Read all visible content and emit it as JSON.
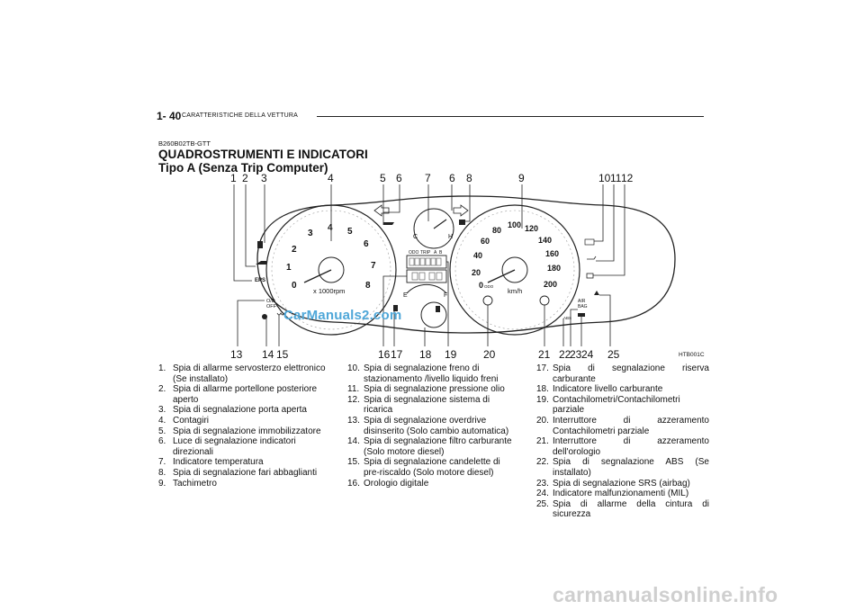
{
  "header": {
    "page_number": "1- 40",
    "section": "CARATTERISTICHE DELLA VETTURA"
  },
  "code": "B260B02TB-GTT",
  "title_line1": "QUADROSTRUMENTI E INDICATORI",
  "title_line2": "Tipo A (Senza Trip Computer)",
  "figure": {
    "code": "HTB001C",
    "callouts_top": [
      "1",
      "2",
      "3",
      "4",
      "5",
      "6",
      "7",
      "6",
      "8",
      "9",
      "10",
      "11",
      "12"
    ],
    "callouts_bottom": [
      "13",
      "14",
      "15",
      "16",
      "17",
      "18",
      "19",
      "20",
      "21",
      "22",
      "23",
      "24",
      "25"
    ],
    "tach": {
      "numbers": [
        "0",
        "1",
        "2",
        "3",
        "4",
        "5",
        "6",
        "7",
        "8"
      ],
      "unit": "x 1000rpm",
      "left_labels": [
        "EPS",
        "O/D",
        "OFF"
      ]
    },
    "temp": {
      "cold": "C",
      "hot": "H"
    },
    "fuel": {
      "empty": "E",
      "full": "F"
    },
    "lcd": {
      "odo": "ODO",
      "trip": "TRIP",
      "ab": "A",
      "b": "B"
    },
    "speedo": {
      "numbers": [
        "0",
        "20",
        "40",
        "60",
        "80",
        "100",
        "120",
        "140",
        "160",
        "180",
        "200"
      ],
      "unit": "km/h",
      "odo": "ODO",
      "right_labels": [
        "AIR",
        "BAG",
        "ABS"
      ]
    }
  },
  "watermark": "CarManuals2.com",
  "footer": "carmanualsonline.info",
  "list_col1": [
    {
      "n": "1.",
      "t": "Spia di allarme servosterzo elettronico (Se installato)"
    },
    {
      "n": "2.",
      "t": "Spia di allarme portellone posteriore aperto"
    },
    {
      "n": "3.",
      "t": "Spia di segnalazione porta aperta"
    },
    {
      "n": "4.",
      "t": "Contagiri"
    },
    {
      "n": "5.",
      "t": "Spia di segnalazione immobilizzatore"
    },
    {
      "n": "6.",
      "t": "Luce di segnalazione indicatori direzionali"
    },
    {
      "n": "7.",
      "t": "Indicatore temperatura"
    },
    {
      "n": "8.",
      "t": "Spia di segnalazione fari abbaglianti"
    },
    {
      "n": "9.",
      "t": "Tachimetro"
    }
  ],
  "list_col2": [
    {
      "n": "10.",
      "t": "Spia di segnalazione freno di stazionamento /livello liquido freni"
    },
    {
      "n": "11.",
      "t": "Spia di segnalazione pressione olio"
    },
    {
      "n": "12.",
      "t": "Spia di segnalazione sistema di ricarica"
    },
    {
      "n": "13.",
      "t": "Spia di segnalazione overdrive disinserito (Solo cambio automatica)"
    },
    {
      "n": "14.",
      "t": "Spia di segnalazione filtro carburante (Solo motore diesel)"
    },
    {
      "n": "15.",
      "t": "Spia di segnalazione candelette di pre-riscaldo (Solo motore diesel)"
    },
    {
      "n": "16.",
      "t": "Orologio digitale"
    }
  ],
  "list_col3": [
    {
      "n": "17.",
      "t": "Spia di segnalazione riserva carburante"
    },
    {
      "n": "18.",
      "t": "Indicatore livello carburante"
    },
    {
      "n": "19.",
      "t": "Contachilometri/Contachilometri parziale"
    },
    {
      "n": "20.",
      "t": "Interruttore di azzeramento Contachilometri parziale"
    },
    {
      "n": "21.",
      "t": "Interruttore di azzeramento dell'orologio"
    },
    {
      "n": "22.",
      "t": "Spia di segnalazione ABS (Se installato)"
    },
    {
      "n": "23.",
      "t": "Spia di segnalazione SRS (airbag)"
    },
    {
      "n": "24.",
      "t": "Indicatore malfunzionamenti (MIL)"
    },
    {
      "n": "25.",
      "t": "Spia di allarme della cintura di sicurezza"
    }
  ]
}
